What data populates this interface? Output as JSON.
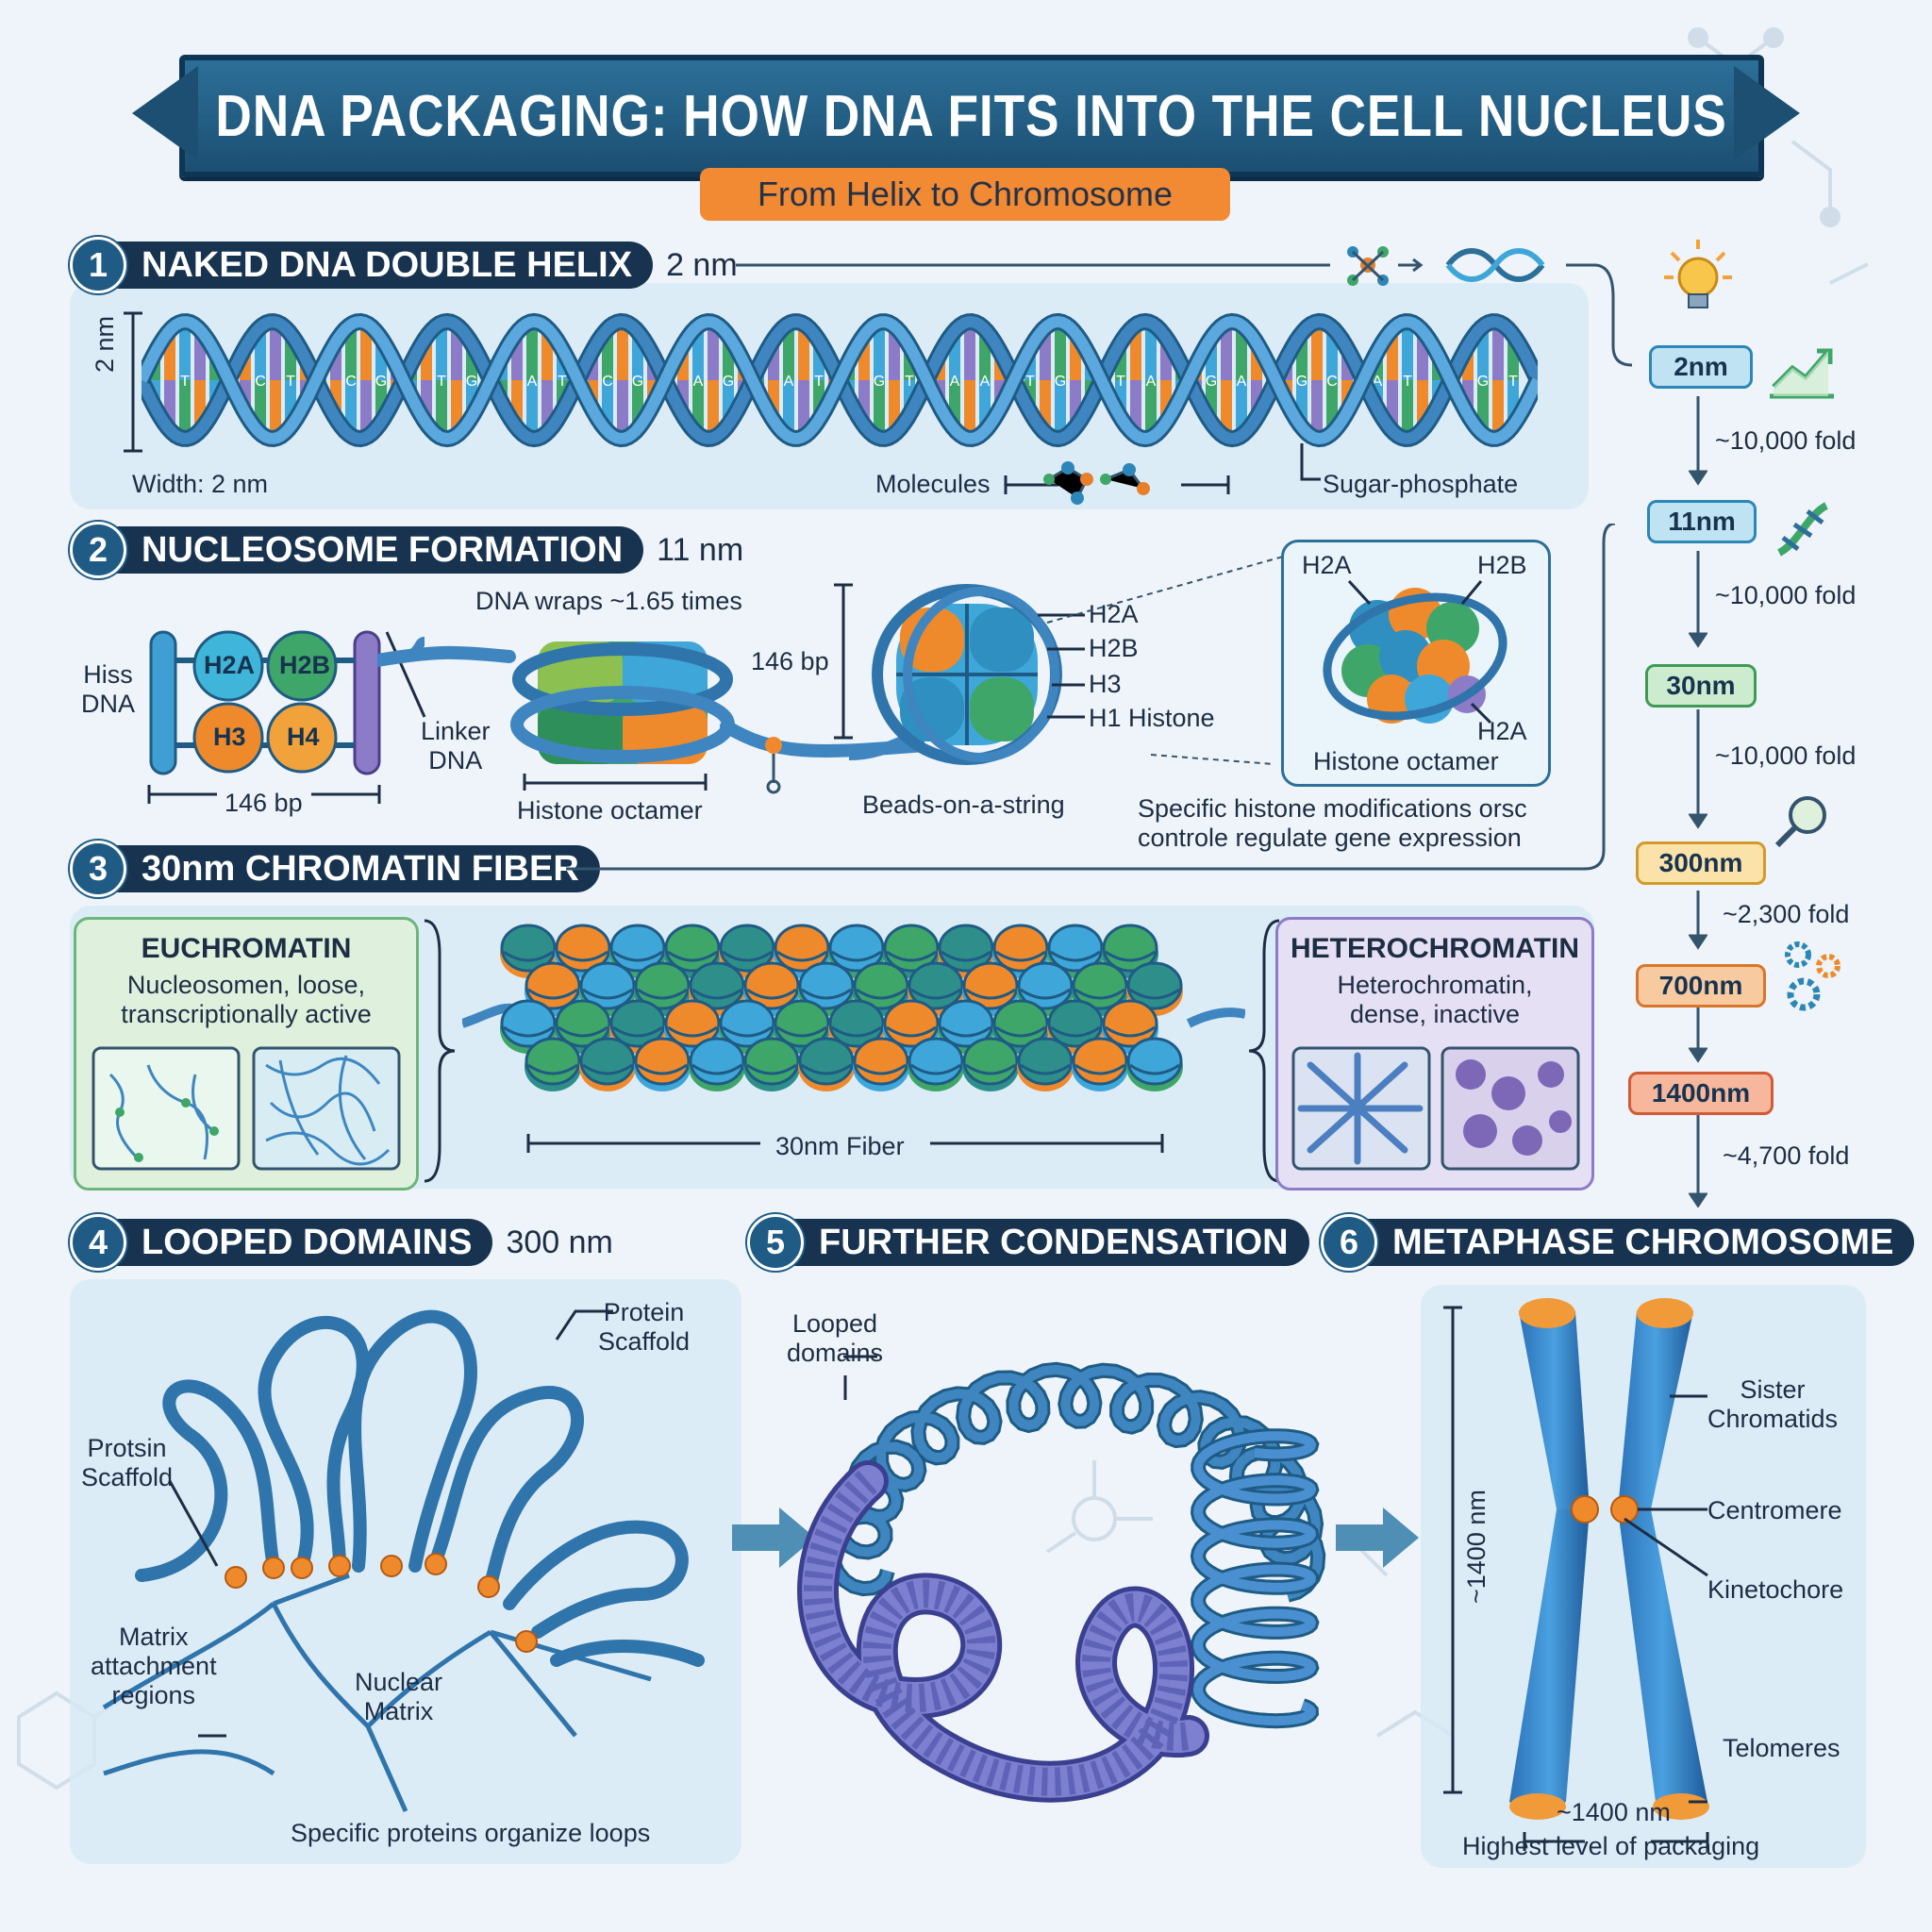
{
  "title": "DNA PACKAGING: HOW DNA FITS INTO THE CELL NUCLEUS",
  "subtitle": "From Helix to Chromosome",
  "sections": [
    {
      "num": "1",
      "title": "NAKED DNA DOUBLE HELIX",
      "size": "2 nm"
    },
    {
      "num": "2",
      "title": "NUCLEOSOME FORMATION",
      "size": "11 nm"
    },
    {
      "num": "3",
      "title": "30nm CHROMATIN FIBER",
      "size": ""
    },
    {
      "num": "4",
      "title": "LOOPED DOMAINS",
      "size": "300 nm"
    },
    {
      "num": "5",
      "title": "FURTHER CONDENSATION",
      "size": ""
    },
    {
      "num": "6",
      "title": "METAPHASE CHROMOSOME",
      "size": ""
    }
  ],
  "helix": {
    "side_label": "2 nm",
    "width_label": "Width: 2 nm",
    "molecules_label": "Molecules",
    "backbone_label": "Sugar-phosphate",
    "bases": [
      "A",
      "T",
      "G",
      "C",
      "T",
      "A",
      "C",
      "G",
      "A",
      "T",
      "G",
      "C",
      "A",
      "T",
      "C",
      "G",
      "T",
      "A",
      "G",
      "C",
      "A",
      "T",
      "C",
      "G",
      "T",
      "A"
    ]
  },
  "nucleosome": {
    "hiss_dna": "Hiss\nDNA",
    "h2a": "H2A",
    "h2b": "H2B",
    "h3": "H3",
    "h4": "H4",
    "linker_dna": "Linker\nDNA",
    "bp_146_a": "146 bp",
    "wraps": "DNA wraps ~1.65 times",
    "histone_octamer_a": "Histone octamer",
    "bp_146_b": "146 bp",
    "callouts": [
      "H2A",
      "H2B",
      "H3",
      "H1 Histone"
    ],
    "beads": "Beads-on-a-string",
    "inset_h2a_top": "H2A",
    "inset_h2b_top": "H2B",
    "inset_h2a_bottom": "H2A",
    "inset_title": "Histone octamer",
    "modifications": "Specific histone modifications orsc\ncontrole regulate gene expression"
  },
  "fiber": {
    "eu_title": "EUCHROMATIN",
    "eu_desc": "Nucleosomen, loose,\ntranscriptionally active",
    "fiber_label": "30nm Fiber",
    "hetero_title": "HETEROCHROMATIN",
    "hetero_desc": "Heterochromatin,\ndense, inactive"
  },
  "looped": {
    "protein_scaffold_top": "Protein\nScaffold",
    "protein_scaffold_left": "Protsin\nScaffold",
    "mar": "Matrix\nattachment\nregions",
    "nuclear_matrix": "Nuclear\nMatrix",
    "organize": "Specific proteins organize loops"
  },
  "condensation": {
    "looped_domains": "Looped\ndomains"
  },
  "chromosome": {
    "height_label": "~1400 nm",
    "sister": "Sister\nChromatids",
    "centromere": "Centromere",
    "kinetochore": "Kinetochore",
    "telomeres": "Telomeres",
    "width_label": "~1400 nm",
    "highest": "Highest level of packaging"
  },
  "scale": {
    "steps": [
      {
        "label": "2nm",
        "color": "#bfe3f3",
        "border": "#2c86b8"
      },
      {
        "label": "11nm",
        "color": "#bfe3f3",
        "border": "#2c86b8"
      },
      {
        "label": "30nm",
        "color": "#cdeccf",
        "border": "#3f9a56"
      },
      {
        "label": "300nm",
        "color": "#fbe2a8",
        "border": "#d39a2a"
      },
      {
        "label": "700nm",
        "color": "#f8caa0",
        "border": "#d9752b"
      },
      {
        "label": "1400nm",
        "color": "#f6b79d",
        "border": "#d25a34"
      }
    ],
    "folds": [
      "~10,000 fold",
      "~10,000 fold",
      "~10,000 fold",
      "~2,300 fold",
      "~4,700 fold"
    ]
  },
  "colors": {
    "navy": "#17334f",
    "dna_blue": "#3f86c1",
    "orange": "#ef8a2c",
    "green": "#3fa66a",
    "purple": "#8c7bc6"
  }
}
